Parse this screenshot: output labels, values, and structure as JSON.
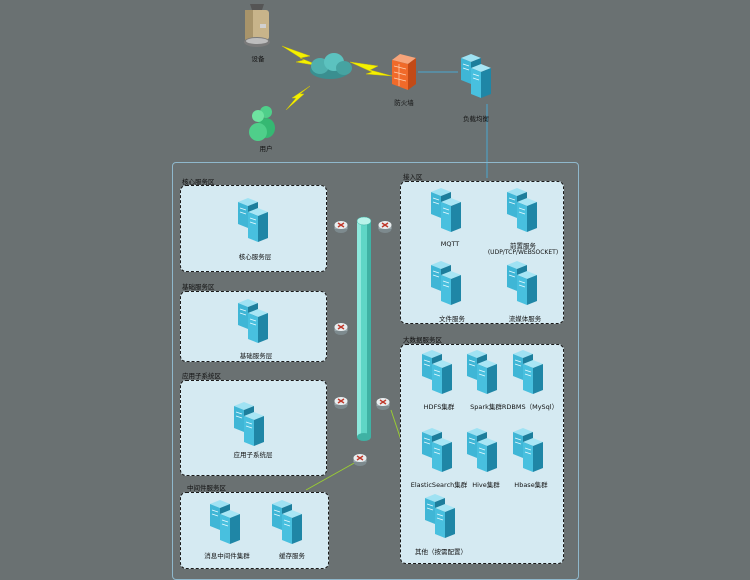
{
  "top": {
    "device": "设备",
    "user": "用户",
    "firewall": "防火墙",
    "load_balancer": "负载均衡"
  },
  "zones": {
    "core": {
      "title": "核心服务区",
      "server": "核心服务层"
    },
    "base": {
      "title": "基础服务区",
      "server": "基础服务层"
    },
    "app": {
      "title": "应用子系统区",
      "server": "应用子系统层"
    },
    "middleware": {
      "title": "中间件服务区",
      "servers": [
        "消息中间件集群",
        "缓存服务"
      ]
    },
    "access": {
      "title": "接入区",
      "servers": [
        "MQTT",
        "前置服务",
        "(UDP/TCP/WEBSOCKET)",
        "文件服务",
        "流媒体服务"
      ]
    },
    "bigdata": {
      "title": "大数据服务区",
      "servers": [
        "HDFS集群",
        "Spark集群",
        "RDBMS（MySql）",
        "ElasticSearch集群",
        "Hive集群",
        "Hbase集群",
        "其他（按需配置）"
      ]
    }
  },
  "colors": {
    "background": "#6a7172",
    "zone_fill": "#d5eaf2",
    "server": "#3fb6d6",
    "bus": "#5fd6c6",
    "lightning": "#f4f000"
  }
}
